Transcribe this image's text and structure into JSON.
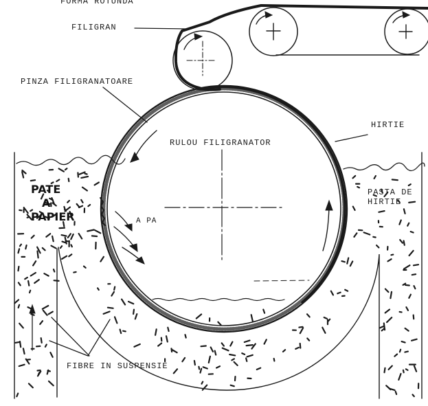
{
  "diagram": {
    "labels": {
      "forma_rotunda": "FORMA ROTUNDA",
      "filigran": "FILIGRAN",
      "pinza_filigranatoare": "PINZA FILIGRANATOARE",
      "rulou_filigranator": "RULOU FILIGRANATOR",
      "hirtie": "HIRTIE",
      "pate_a_papier": [
        "PATE",
        "A",
        "PAPIER"
      ],
      "pasta_de_hirtie": [
        "PASTA DE",
        "HIRTIE"
      ],
      "apa": "A PA",
      "fibre_in_suspensie": "FIBRE IN SUSPENSIE"
    },
    "colors": {
      "ink": "#1a1a1a",
      "paper": "#ffffff"
    }
  }
}
